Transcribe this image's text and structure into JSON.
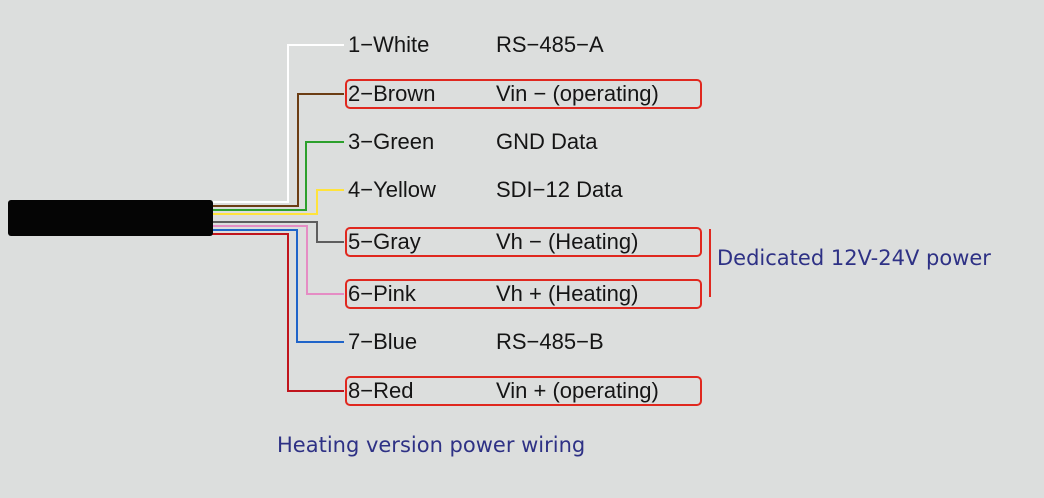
{
  "wires": [
    {
      "label": "1−White",
      "func": "RS−485−A",
      "color": "#ffffff",
      "highlight": false
    },
    {
      "label": "2−Brown",
      "func": "Vin −  (operating)",
      "color": "#6b3d14",
      "highlight": true
    },
    {
      "label": "3−Green",
      "func": "GND Data",
      "color": "#2ca02c",
      "highlight": false
    },
    {
      "label": "4−Yellow",
      "func": "SDI−12 Data",
      "color": "#ffe33b",
      "highlight": false
    },
    {
      "label": "5−Gray",
      "func": "Vh − (Heating)",
      "color": "#5e5e5e",
      "highlight": true
    },
    {
      "label": "6−Pink",
      "func": "Vh + (Heating)",
      "color": "#e58cc4",
      "highlight": true
    },
    {
      "label": "7−Blue",
      "func": "RS−485−B",
      "color": "#1f64c9",
      "highlight": false
    },
    {
      "label": "8−Red",
      "func": "Vin + (operating)",
      "color": "#c0141c",
      "highlight": true
    }
  ],
  "dedicated_power_note": "Dedicated 12V-24V power",
  "caption": "Heating version power wiring",
  "colors": {
    "highlight_border": "#e0281f",
    "note_text": "#2e3185",
    "cable_body": "#050505",
    "background": "#dcdedd"
  }
}
